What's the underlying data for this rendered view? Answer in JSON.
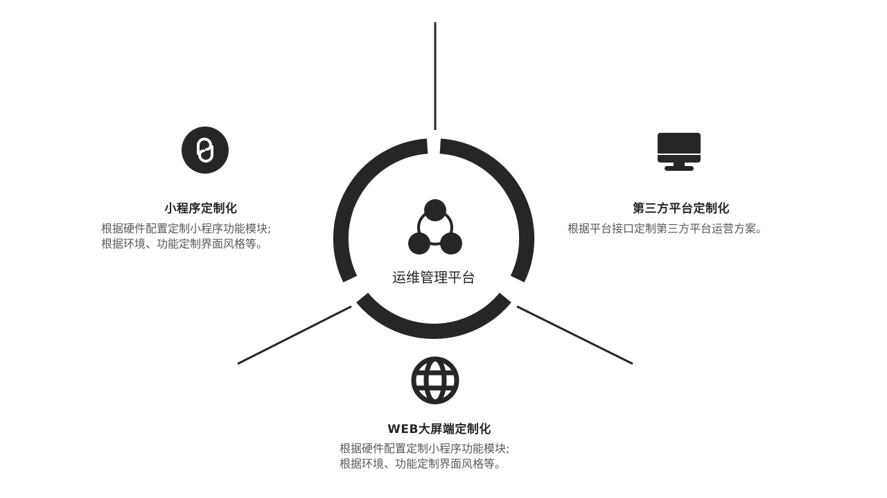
{
  "center": {
    "label": "运维管理平台",
    "icon": "share-nodes-icon"
  },
  "colors": {
    "primary": "#262626",
    "text": "#262626",
    "description": "#595959",
    "background": "#ffffff"
  },
  "items": [
    {
      "title": "小程序定制化",
      "icon": "mini-program-icon",
      "description": [
        "根据硬件配置定制小程序功能模块;",
        "根据环境、功能定制界面风格等。"
      ]
    },
    {
      "title": "第三方平台定制化",
      "icon": "monitor-icon",
      "description": [
        "根据平台接口定制第三方平台运营方案。"
      ]
    },
    {
      "title": "WEB大屏端定制化",
      "icon": "globe-icon",
      "description": [
        "根据硬件配置定制小程序功能模块;",
        "根据环境、功能定制界面风格等。"
      ]
    }
  ]
}
